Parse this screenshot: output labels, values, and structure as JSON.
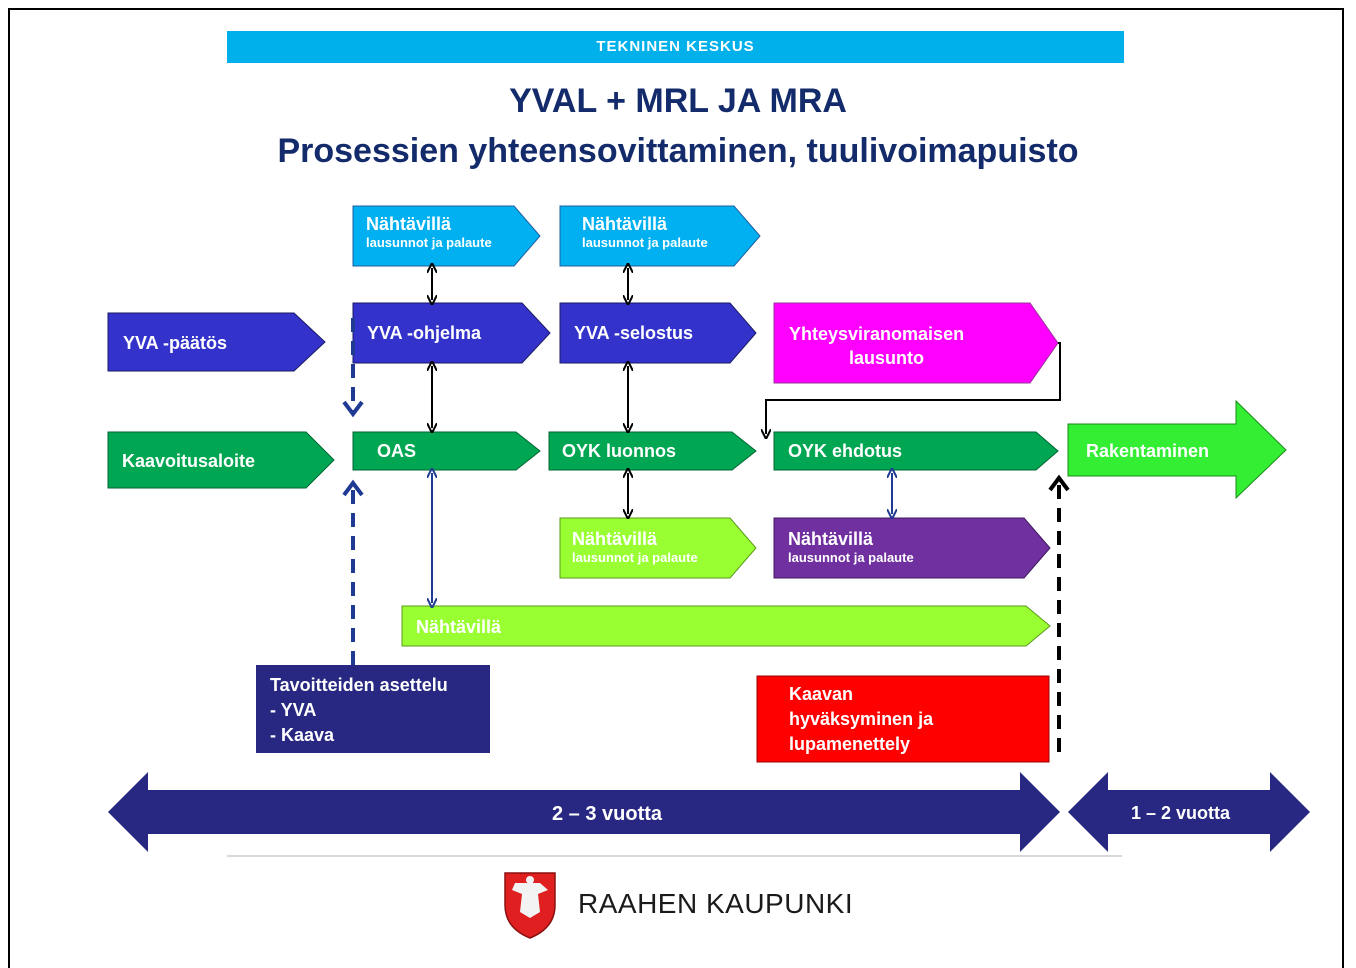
{
  "header": {
    "banner": "TEKNINEN KESKUS",
    "title_line1": "YVAL + MRL JA MRA",
    "title_line2": "Prosessien yhteensovittaminen, tuulivoimapuisto"
  },
  "shapes": {
    "nahtavilla1": {
      "title": "Nähtävillä",
      "sub": "lausunnot ja palaute"
    },
    "nahtavilla2": {
      "title": "Nähtävillä",
      "sub": "lausunnot ja palaute"
    },
    "yva_paatos": "YVA -päätös",
    "yva_ohjelma": "YVA -ohjelma",
    "yva_selostus": "YVA -selostus",
    "yhteysviranomainen_line1": "Yhteysviranomaisen",
    "yhteysviranomainen_line2": "lausunto",
    "kaavoitusaloite": "Kaavoitusaloite",
    "oas": "OAS",
    "oyk_luonnos": "OYK luonnos",
    "oyk_ehdotus": "OYK ehdotus",
    "rakentaminen": "Rakentaminen",
    "nahtavilla3": {
      "title": "Nähtävillä",
      "sub": "lausunnot ja palaute"
    },
    "nahtavilla4": {
      "title": "Nähtävillä",
      "sub": "lausunnot ja palaute"
    },
    "nahtavilla_long": "Nähtävillä",
    "tavoitteet": {
      "line1": "Tavoitteiden asettelu",
      "line2": "- YVA",
      "line3": "- Kaava"
    },
    "kaavan": {
      "line1": "Kaavan",
      "line2": "hyväksyminen ja",
      "line3": "lupamenettely"
    }
  },
  "timeline": {
    "span1": "2 – 3 vuotta",
    "span2": "1 – 2 vuotta"
  },
  "footer": {
    "logo_text": "RAAHEN KAUPUNKI",
    "logo_icon": "coat-of-arms-icon"
  },
  "colors": {
    "banner": "#00b0ea",
    "title": "#132a6b",
    "light_blue": "#00b0f0",
    "yva_blue": "#3333cc",
    "magenta": "#ff00ff",
    "green": "#00a651",
    "bright_green": "#33cc33",
    "lime": "#99ff33",
    "purple": "#7030a0",
    "navy": "#282882",
    "red": "#ff0000"
  }
}
